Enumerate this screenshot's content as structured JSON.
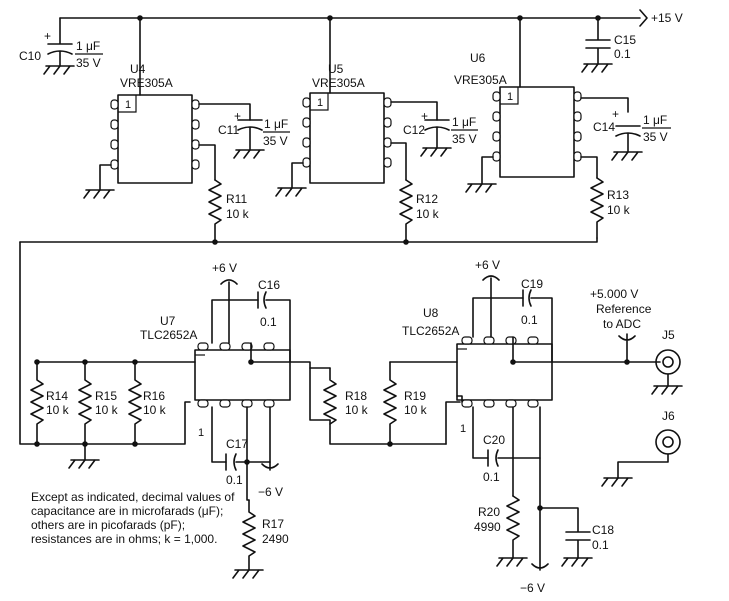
{
  "rail_pos15": "+15 V",
  "rail_pos6_a": "+6 V",
  "rail_pos6_b": "+6 V",
  "rail_neg6_a": "−6 V",
  "rail_neg6_b": "−6 V",
  "pin1": "1",
  "u4": {
    "ref": "U4",
    "part": "VRE305A"
  },
  "u5": {
    "ref": "U5",
    "part": "VRE305A"
  },
  "u6": {
    "ref": "U6",
    "part": "VRE305A"
  },
  "u7": {
    "ref": "U7",
    "part": "TLC2652A"
  },
  "u8": {
    "ref": "U8",
    "part": "TLC2652A"
  },
  "c10": {
    "ref": "C10",
    "value": "1 μF",
    "voltage": "35 V",
    "polarity": "+"
  },
  "c11": {
    "ref": "C11",
    "value": "1 μF",
    "voltage": "35 V",
    "polarity": "+"
  },
  "c12": {
    "ref": "C12",
    "value": "1 μF",
    "voltage": "35 V",
    "polarity": "+"
  },
  "c14": {
    "ref": "C14",
    "value": "1 μF",
    "voltage": "35 V",
    "polarity": "+"
  },
  "c15": {
    "ref": "C15",
    "value": "0.1"
  },
  "c16": {
    "ref": "C16",
    "value": "0.1"
  },
  "c17": {
    "ref": "C17",
    "value": "0.1"
  },
  "c18": {
    "ref": "C18",
    "value": "0.1"
  },
  "c19": {
    "ref": "C19",
    "value": "0.1"
  },
  "c20": {
    "ref": "C20",
    "value": "0.1"
  },
  "r11": {
    "ref": "R11",
    "value": "10 k"
  },
  "r12": {
    "ref": "R12",
    "value": "10 k"
  },
  "r13": {
    "ref": "R13",
    "value": "10 k"
  },
  "r14": {
    "ref": "R14",
    "value": "10 k"
  },
  "r15": {
    "ref": "R15",
    "value": "10 k"
  },
  "r16": {
    "ref": "R16",
    "value": "10 k"
  },
  "r17": {
    "ref": "R17",
    "value": "2490"
  },
  "r18": {
    "ref": "R18",
    "value": "10 k"
  },
  "r19": {
    "ref": "R19",
    "value": "10 k"
  },
  "r20": {
    "ref": "R20",
    "value": "4990"
  },
  "j5": "J5",
  "j6": "J6",
  "ref_label": [
    "+5.000 V",
    "Reference",
    "to ADC"
  ],
  "note": "Except as indicated, decimal values of capacitance are in microfarads (μF); others are in picofarads (pF); resistances are in ohms; k = 1,000."
}
